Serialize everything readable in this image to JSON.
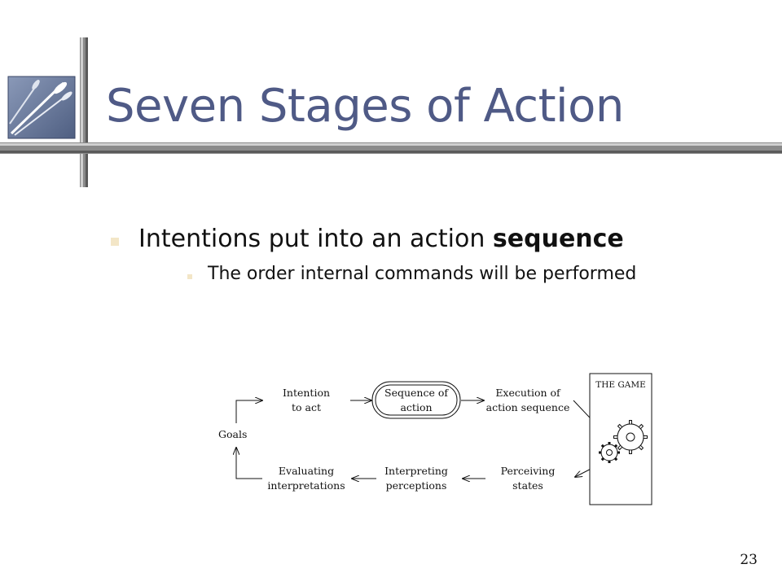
{
  "slide": {
    "title": "Seven Stages of Action",
    "bullet_main_prefix": "Intentions put into an action ",
    "bullet_main_bold": "sequence",
    "bullet_sub": "The order internal commands will be performed",
    "page_number": "23"
  },
  "diagram": {
    "goals": "Goals",
    "intention_line1": "Intention",
    "intention_line2": "to act",
    "sequence_line1": "Sequence of",
    "sequence_line2": "action",
    "execution_line1": "Execution of",
    "execution_line2": "action sequence",
    "game": "THE GAME",
    "perceiving_line1": "Perceiving",
    "perceiving_line2": "states",
    "interpreting_line1": "Interpreting",
    "interpreting_line2": "perceptions",
    "evaluating_line1": "Evaluating",
    "evaluating_line2": "interpretations"
  },
  "colors": {
    "title": "#4f5a86",
    "bar": "#8a8a8a",
    "bullet": "#f3e6c7",
    "logo_bg": "#6f7fa0"
  }
}
